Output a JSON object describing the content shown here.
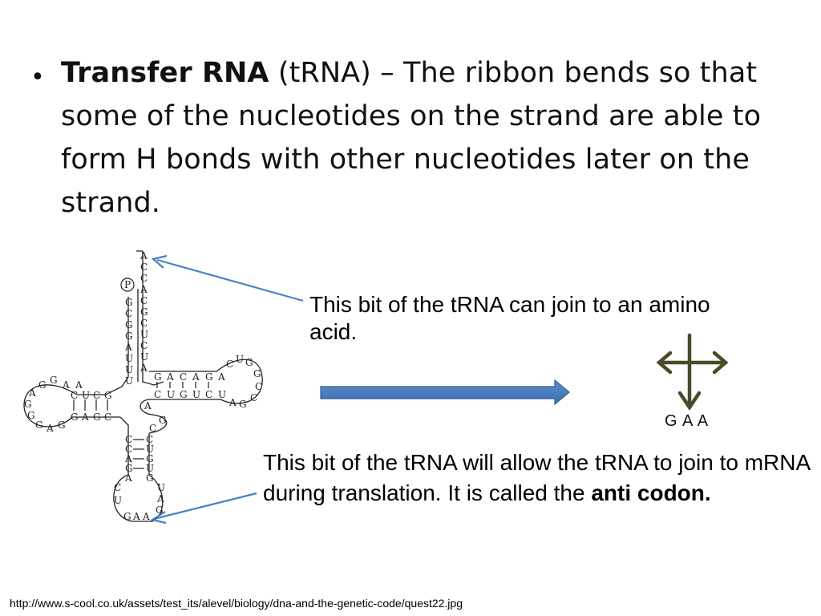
{
  "bullet": {
    "bold": "Transfer RNA",
    "rest": " (tRNA) – The ribbon bends so that some of the nucleotides on the strand are able to form H bonds with other nucleotides later on the strand."
  },
  "callouts": {
    "amino_acid": "This bit of the tRNA can join to an amino acid.",
    "anticodon_text": "This bit of the tRNA will allow the tRNA to join to mRNA during translation. It is called the ",
    "anticodon_bold": "anti codon."
  },
  "anticodon_label": "G A A",
  "trna": {
    "phosphate": "P",
    "acceptor_3prime": [
      "A",
      "C",
      "C",
      "A",
      "C",
      "G",
      "C",
      "U",
      "C",
      "U",
      "A"
    ],
    "acceptor_5prime": [
      "G",
      "C",
      "G",
      "G",
      "A",
      "U",
      "U",
      "U"
    ],
    "d_arm_top": [
      "C",
      "U",
      "C",
      "G"
    ],
    "d_arm_bottom": [
      "G",
      "A",
      "G",
      "C"
    ],
    "d_loop": [
      "A",
      "G",
      "G",
      "A",
      "G",
      "G",
      "G",
      "A",
      "G",
      "A"
    ],
    "t_arm_top": [
      "G",
      "A",
      "C",
      "A",
      "G",
      "A"
    ],
    "t_arm_bottom": [
      "C",
      "U",
      "G",
      "U",
      "C",
      "U"
    ],
    "t_loop": [
      "C",
      "U",
      "G",
      "G",
      "C",
      "C",
      "G",
      "A"
    ],
    "variable_loop": [
      "A",
      "G",
      "C"
    ],
    "anticodon_stem_left": [
      "C",
      "C",
      "A",
      "G",
      "A"
    ],
    "anticodon_stem_right": [
      "C",
      "U",
      "G",
      "U",
      "G"
    ],
    "anticodon_loop_left": [
      "C",
      "U"
    ],
    "anticodon_loop_right": [
      "U",
      "A",
      "G"
    ],
    "anticodon": [
      "G",
      "A",
      "A"
    ]
  },
  "source": "http://www.s-cool.co.uk/assets/test_its/alevel/biology/dna-and-the-genetic-code/quest22.jpg",
  "colors": {
    "arrow_blue": "#4a7fc0",
    "arrow_blue_edge": "#2f5e93",
    "cross_olive": "#4b4a2a"
  }
}
